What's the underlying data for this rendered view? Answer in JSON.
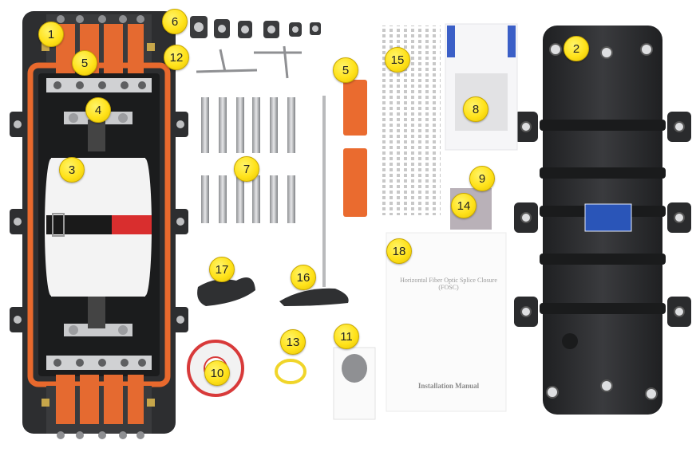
{
  "callouts": [
    {
      "id": "1",
      "label": "1"
    },
    {
      "id": "2",
      "label": "2"
    },
    {
      "id": "3",
      "label": "3"
    },
    {
      "id": "4",
      "label": "4"
    },
    {
      "id": "5a",
      "label": "5"
    },
    {
      "id": "5b",
      "label": "5"
    },
    {
      "id": "6",
      "label": "6"
    },
    {
      "id": "7",
      "label": "7"
    },
    {
      "id": "8",
      "label": "8"
    },
    {
      "id": "9",
      "label": "9"
    },
    {
      "id": "10",
      "label": "10"
    },
    {
      "id": "11",
      "label": "11"
    },
    {
      "id": "12",
      "label": "12"
    },
    {
      "id": "13",
      "label": "13"
    },
    {
      "id": "14",
      "label": "14"
    },
    {
      "id": "15",
      "label": "15"
    },
    {
      "id": "16",
      "label": "16"
    },
    {
      "id": "17",
      "label": "17"
    },
    {
      "id": "18",
      "label": "18"
    }
  ],
  "manual": {
    "title": "Horizontal Fiber Optic Splice Closure (FOSC)",
    "footer": "Installation Manual"
  },
  "colors": {
    "background": "#ffffff",
    "closure_body": "#2b2c2e",
    "gasket": "#e8692d",
    "orange_parts": "#ea6b2f",
    "badge": "#ffe21a",
    "red_strap": "#d92e2e",
    "blue_label": "#2a55b8"
  }
}
